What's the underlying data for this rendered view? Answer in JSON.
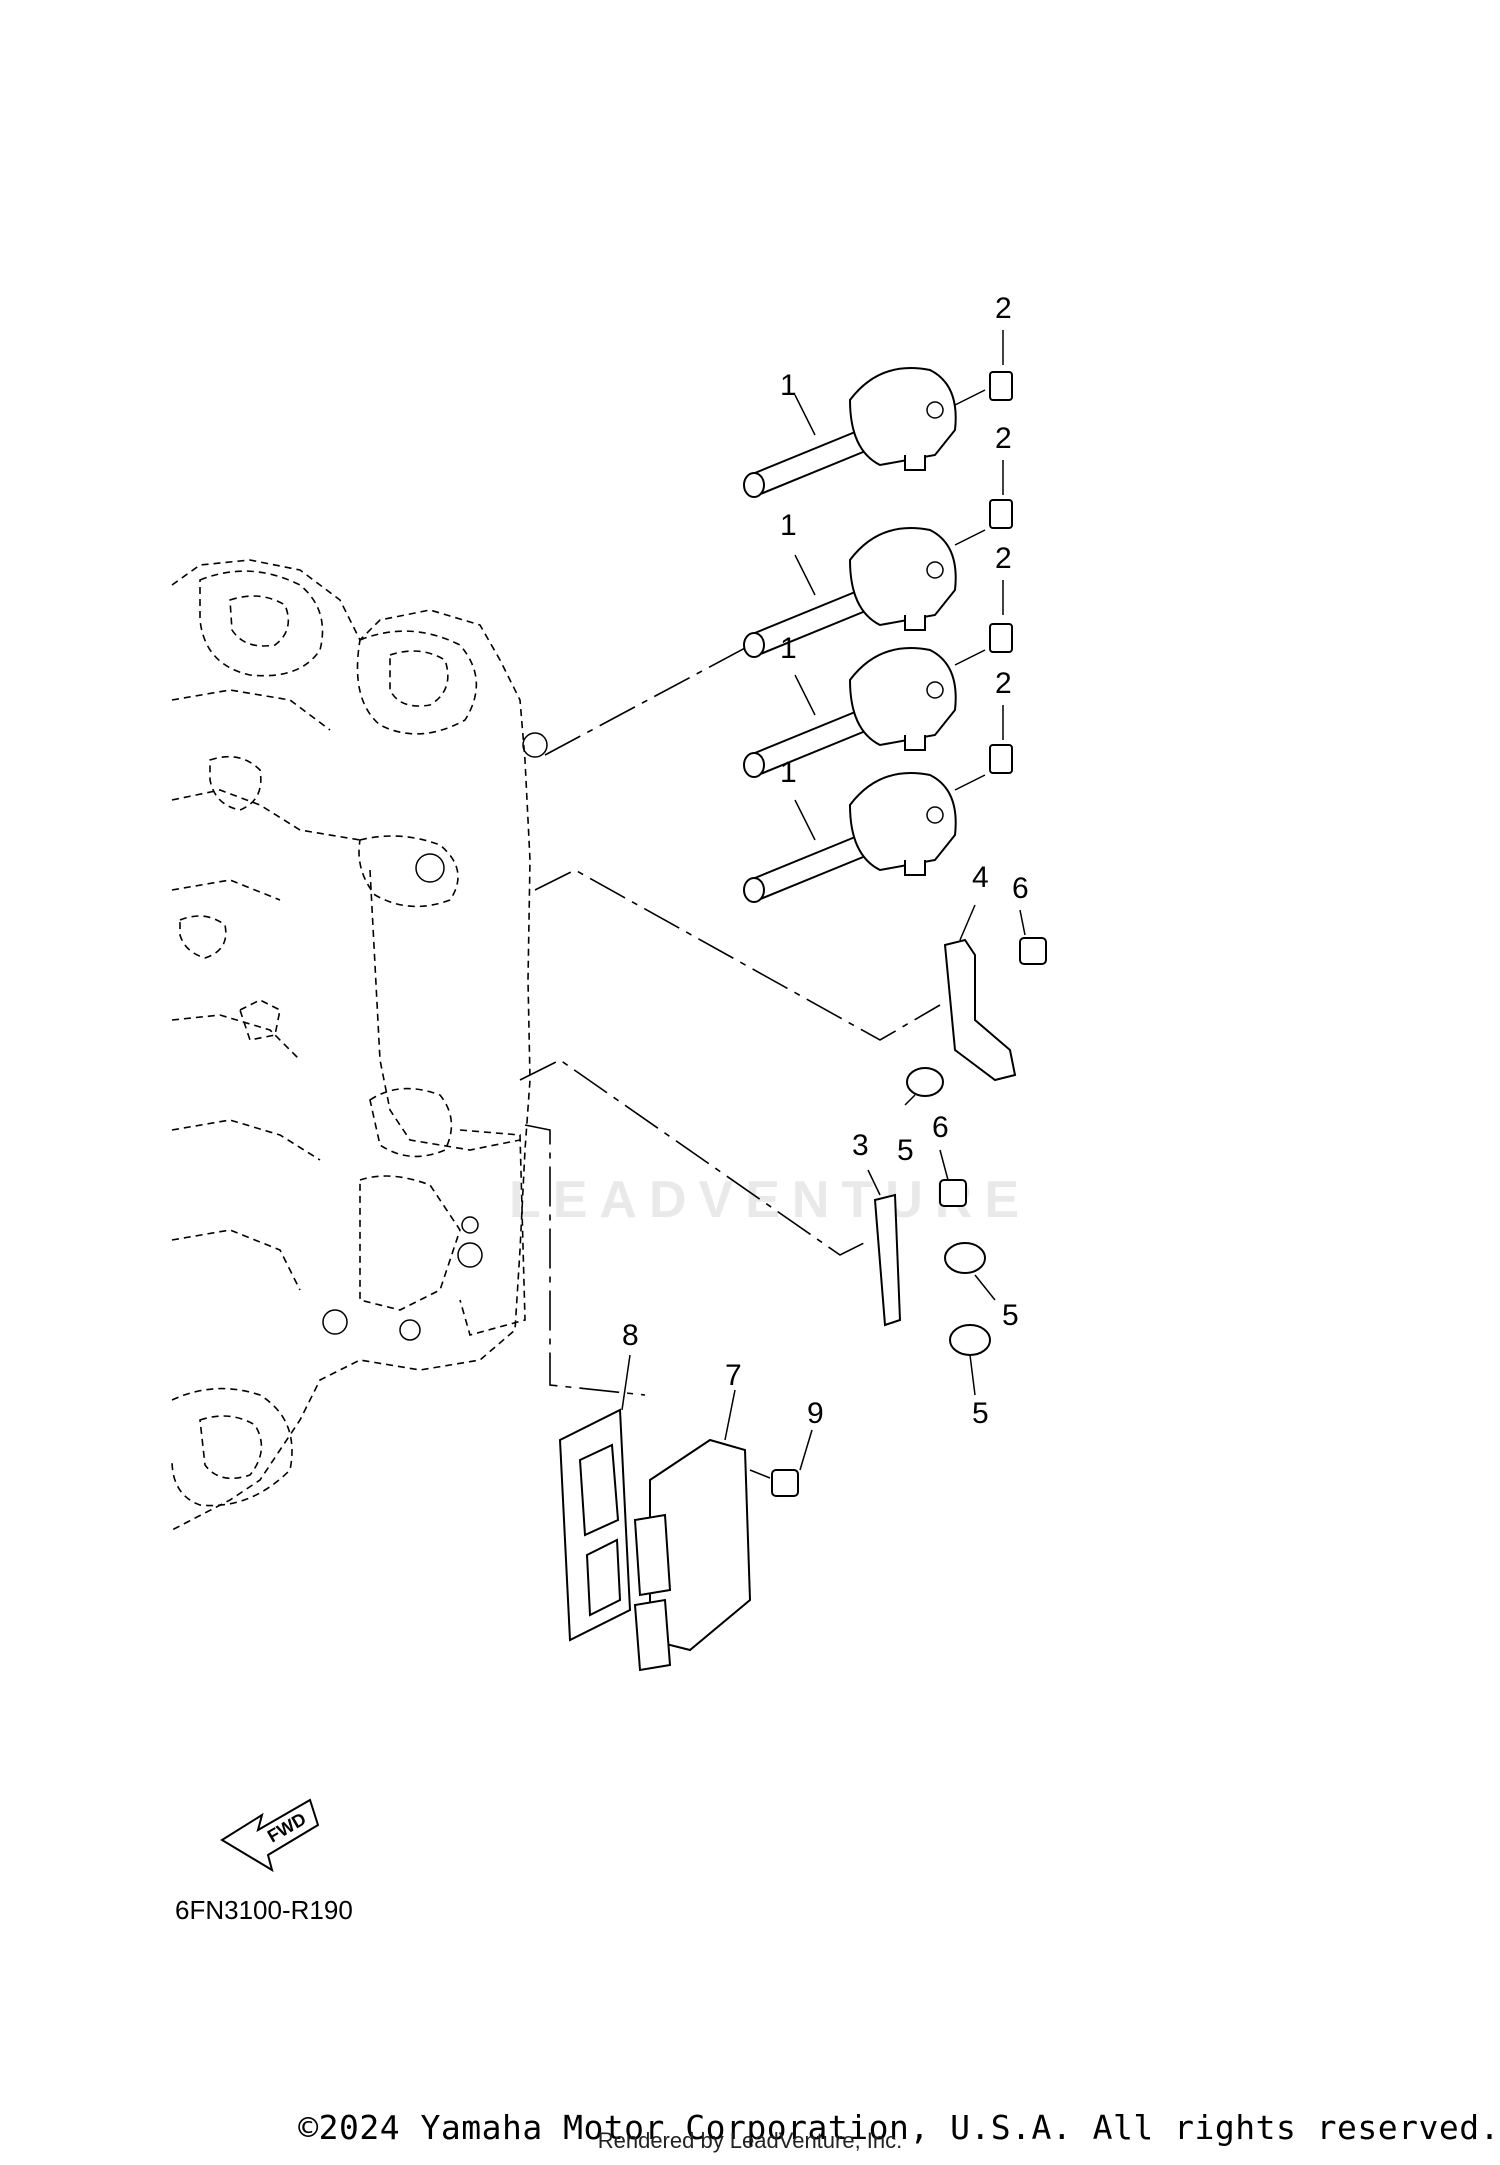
{
  "callouts": {
    "coil_a": "1",
    "coil_b": "1",
    "coil_c": "1",
    "coil_d": "1",
    "bolt_a": "2",
    "bolt_b": "2",
    "bolt_c": "2",
    "bolt_d": "2",
    "bracket_lower": "3",
    "bracket_upper": "4",
    "clamp_a": "5",
    "clamp_b": "5",
    "clamp_c": "5",
    "screw_a": "6",
    "screw_b": "6",
    "module": "7",
    "gasket": "8",
    "module_bolt": "9"
  },
  "fwd_label": "FWD",
  "diagram_ref": "6FN3100-R190",
  "copyright": "©2024 Yamaha Motor Corporation, U.S.A. All rights reserved.",
  "rendered_by": "Rendered by LeadVenture, Inc.",
  "watermark": "LEADVENTURE"
}
